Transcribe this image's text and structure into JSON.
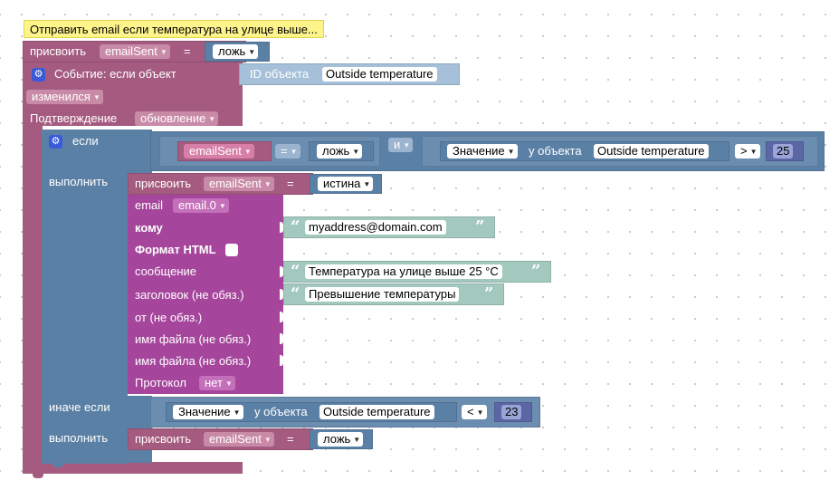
{
  "comment": "Отправить email если температура на улице выше...",
  "assign1": {
    "label": "присвоить",
    "var": "emailSent",
    "eq": "=",
    "value": "ложь"
  },
  "event": {
    "label": "Событие: если объект",
    "id_label": "ID объекта",
    "id_value": "Outside temperature",
    "changed": "изменился",
    "ack_label": "Подтверждение",
    "ack_value": "обновление"
  },
  "if_block": {
    "if_label": "если",
    "cond_var": "emailSent",
    "cond_op": "=",
    "cond_value": "ложь",
    "and": "и",
    "value_label": "Значение",
    "of_object": "у объекта",
    "object": "Outside temperature",
    "cmp": ">",
    "threshold": "25",
    "do_label": "выполнить",
    "elseif_label": "иначе если",
    "elseif_value_label": "Значение",
    "elseif_of_object": "у объекта",
    "elseif_object": "Outside temperature",
    "elseif_cmp": "<",
    "elseif_threshold": "23",
    "do2_label": "выполнить"
  },
  "assign2": {
    "label": "присвоить",
    "var": "emailSent",
    "eq": "=",
    "value": "истина"
  },
  "assign3": {
    "label": "присвоить",
    "var": "emailSent",
    "eq": "=",
    "value": "ложь"
  },
  "email": {
    "label": "email",
    "instance": "email.0",
    "to_label": "кому",
    "to_value": "myaddress@domain.com",
    "html_label": "Формат HTML",
    "message_label": "сообщение",
    "message_value": "Температура на улице выше 25 °C",
    "subject_label": "заголовок (не обяз.)",
    "subject_value": "Превышение температуры",
    "from_label": "от (не обяз.)",
    "file1_label": "имя файла (не обяз.)",
    "file2_label": "имя файла (не обяз.)",
    "protocol_label": "Протокол",
    "protocol_value": "нет"
  },
  "icons": {
    "gear": "gear-icon",
    "dropdown": "chevron-down-icon",
    "quote": "quote-icon"
  },
  "colors": {
    "variables": "#a55b80",
    "logic": "#5b80a5",
    "email": "#a5469c",
    "text": "#a3c9bf",
    "comment": "#fef48c"
  }
}
